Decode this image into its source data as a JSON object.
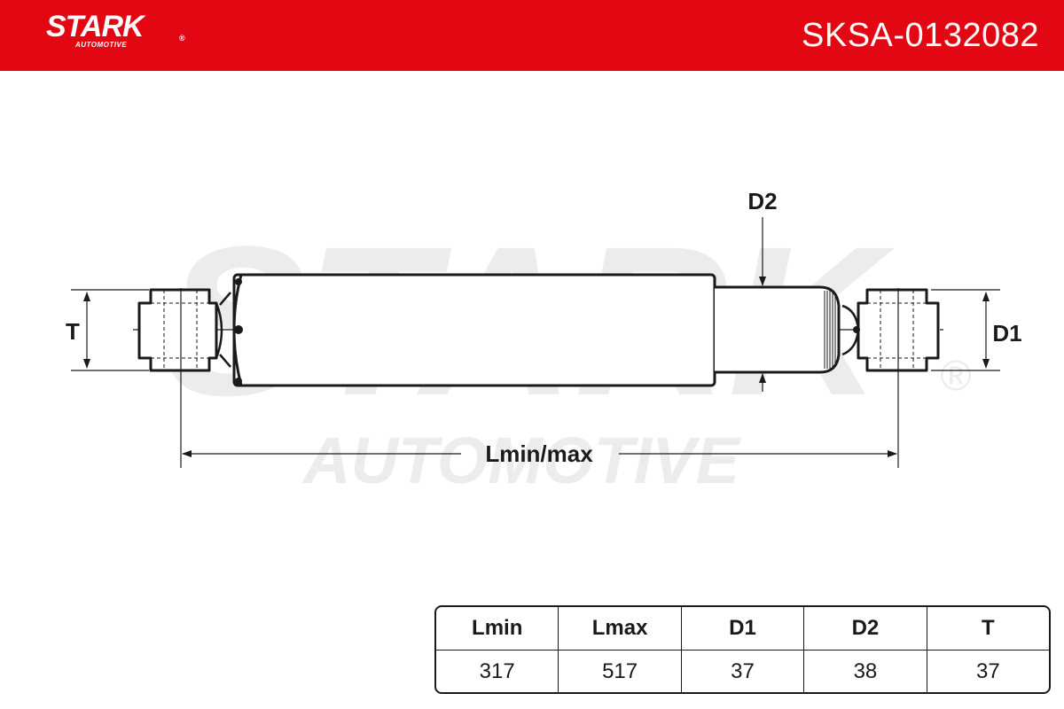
{
  "header": {
    "brand_name": "STARK",
    "brand_sub": "AUTOMOTIVE",
    "brand_reg": "®",
    "part_number": "SKSA-0132082",
    "color": "#e30613"
  },
  "watermark": {
    "main": "STARK",
    "sub": "AUTOMOTIVE",
    "reg": "®",
    "color": "#ececec"
  },
  "drawing": {
    "labels": {
      "t": "T",
      "d1": "D1",
      "d2": "D2",
      "length": "Lmin/max"
    }
  },
  "spec_table": {
    "headers": [
      "Lmin",
      "Lmax",
      "D1",
      "D2",
      "T"
    ],
    "values": [
      "317",
      "517",
      "37",
      "38",
      "37"
    ]
  }
}
